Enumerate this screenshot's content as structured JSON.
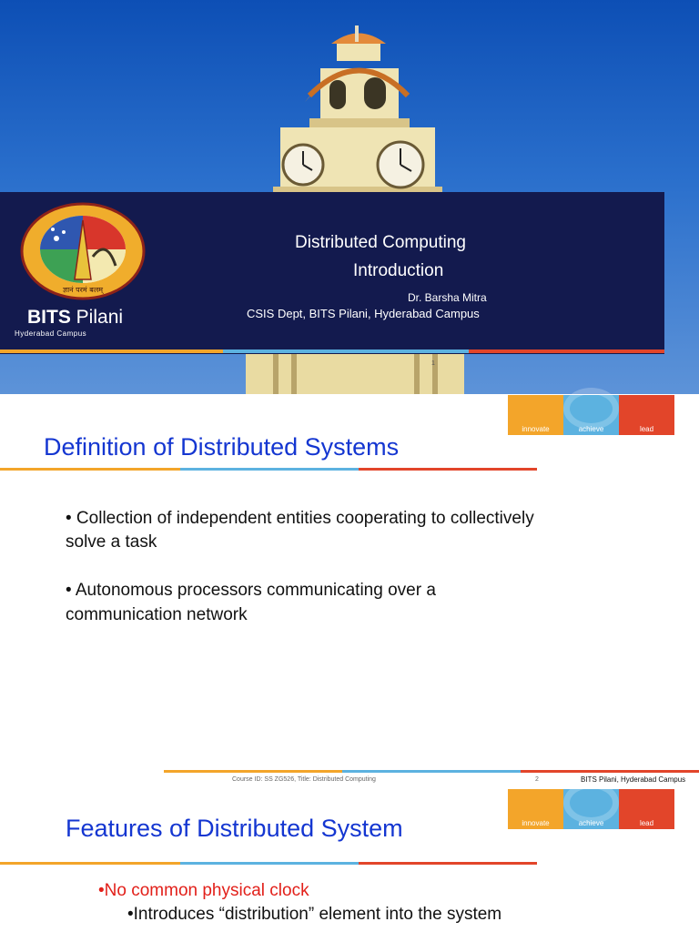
{
  "slide1": {
    "title": "Distributed Computing",
    "subtitle": "Introduction",
    "author": "Dr. Barsha Mitra",
    "department": "CSIS Dept, BITS Pilani, Hyderabad Campus",
    "brand_bold": "BITS",
    "brand_rest": " Pilani",
    "campus": "Hyderabad Campus",
    "page_number": "1",
    "logo_motto": "ज्ञानं परमं बलम्"
  },
  "badge": {
    "innovate": "innovate",
    "achieve": "achieve",
    "lead": "lead"
  },
  "slide2": {
    "title": "Definition of Distributed Systems",
    "bullets": [
      "• Collection of independent entities cooperating to collectively",
      "solve a task",
      "• Autonomous processors communicating over a",
      "communication network"
    ],
    "footer_course": "Course ID: SS ZG526, Title: Distributed Computing",
    "footer_page": "2",
    "footer_campus": "BITS Pilani, Hyderabad Campus"
  },
  "slide3": {
    "title": "Features of Distributed System",
    "bullet1": "•No common physical clock",
    "bullet2": "•Introduces “distribution” element into the system"
  },
  "colors": {
    "band": "#131a4e",
    "title_blue": "#1436d1",
    "orange": "#f3a52a",
    "sky": "#5cb2e0",
    "red": "#e2452a"
  }
}
